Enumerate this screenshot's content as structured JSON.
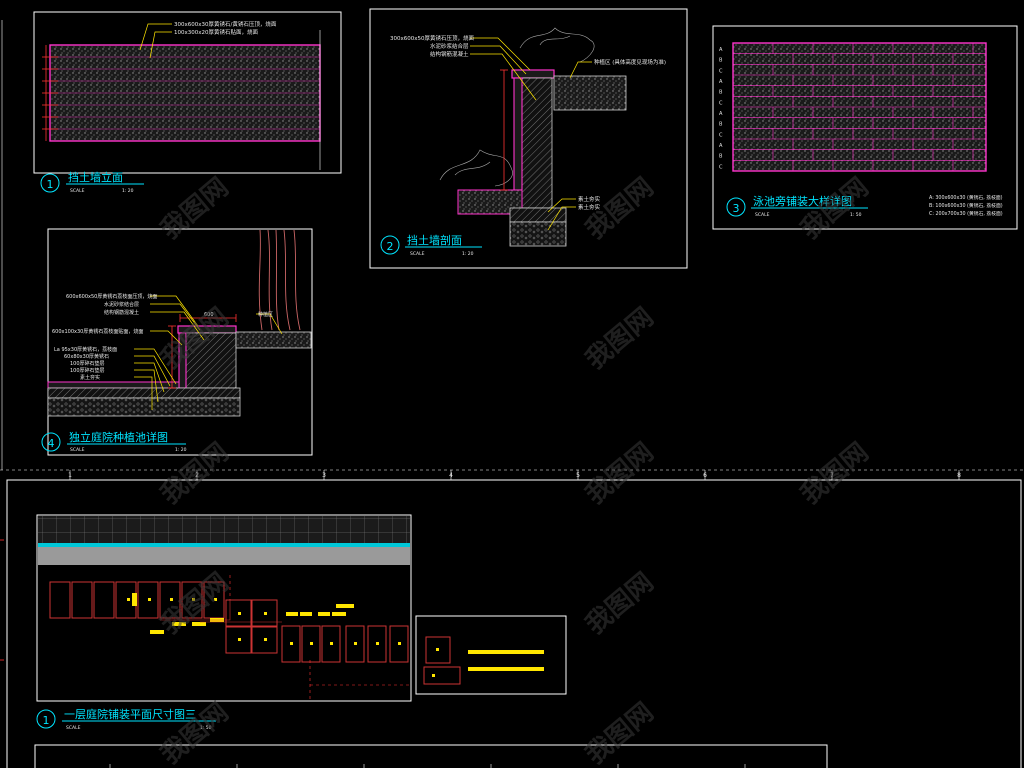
{
  "colors": {
    "background": "#000000",
    "frame": "#ffffff",
    "title_cyan": "#00e5ff",
    "brick_magenta": "#ff33cc",
    "dim_red": "#ff3333",
    "leader_yellow": "#ffe600",
    "plan_red": "#cc3333"
  },
  "watermark": "我图网",
  "grid_numbers": [
    "1",
    "2",
    "3",
    "4",
    "5",
    "6",
    "7",
    "8"
  ],
  "drawings": {
    "d1": {
      "number": "1",
      "title": "挡土墙立面",
      "scale_label": "SCALE",
      "scale_value": "1: 20",
      "notes": [
        "300x600x30厚黄锈石/黄锈石压顶，烧面",
        "100x300x20厚黄锈石贴面，烧面"
      ]
    },
    "d2": {
      "number": "2",
      "title": "挡土墙剖面",
      "scale_label": "SCALE",
      "scale_value": "1: 20",
      "notes": [
        "300x600x50厚黄锈石压顶，烧面",
        "水泥砂浆结合层",
        "结构钢筋混凝土"
      ],
      "right_note": "种植区 (具体高度见现场为准)",
      "bottom_notes": [
        "素土夯实",
        "素土夯实"
      ]
    },
    "d3": {
      "number": "3",
      "title": "泳池旁铺装大样详图",
      "scale_label": "SCALE",
      "scale_value": "1: 50",
      "row_labels": [
        "A",
        "B",
        "C",
        "A",
        "B",
        "C",
        "A",
        "B",
        "C",
        "A",
        "B",
        "C"
      ],
      "legend": [
        "A: 300x600x30 (黄锈石, 荔枝面)",
        "B: 100x600x30 (黄锈石, 荔枝面)",
        "C: 200x700x30 (黄锈石, 荔枝面)"
      ]
    },
    "d4": {
      "number": "4",
      "title": "独立庭院种植池详图",
      "scale_label": "SCALE",
      "scale_value": "1: 20",
      "notes": [
        "600x600x50厚黄锈石荔枝面压顶，烧面",
        "水泥砂浆结合层",
        "结构钢筋混凝土",
        "600x100x30厚黄锈石荔枝面贴面，烧面",
        "La 95x30厚黄锈石，荔枝面",
        "60x80x30厚黄锈石",
        "100厚碎石垫层",
        "100厚碎石垫层",
        "素土夯实"
      ],
      "right_note": "种植区",
      "dim_top": "600"
    },
    "d5": {
      "number": "1",
      "title": "一层庭院铺装平面尺寸图三",
      "scale_label": "SCALE",
      "scale_value": "1: 50"
    }
  }
}
